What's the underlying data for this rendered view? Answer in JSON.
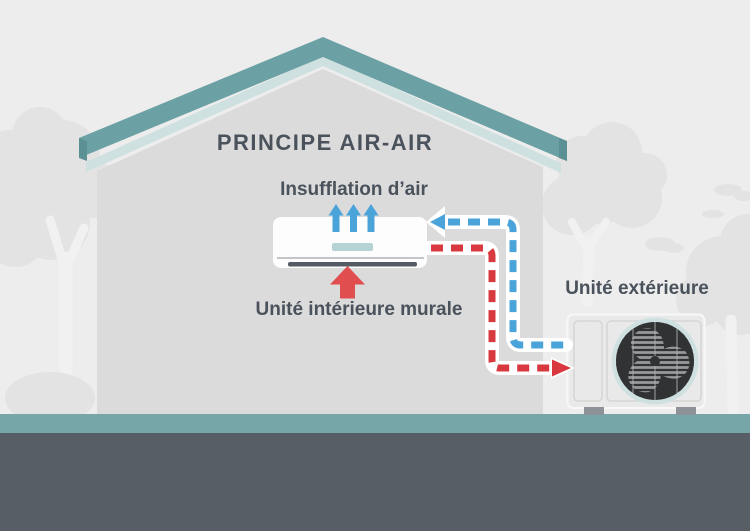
{
  "title": "PRINCIPE AIR-AIR",
  "labels": {
    "insufflation": "Insufflation d’air",
    "indoor_unit": "Unité intérieure murale",
    "outdoor_unit": "Unité extérieure"
  },
  "icons": {
    "insufflation_arrows": "triple-up-arrow-blue",
    "intake_arrow": "up-arrow-red",
    "blue_pipe": "dashed-arrow-pointing-left-to-indoor-unit",
    "red_pipe": "dashed-arrow-pointing-right-to-outdoor-unit",
    "outdoor_fan": "fan-grille"
  },
  "colors": {
    "bg": "#ededed",
    "tree": "#e3e3e3",
    "trunk": "#f1f1f1",
    "wall": "#dbdbdb",
    "roof": "#6ba1a4",
    "roof-dark": "#5b9194",
    "roof-under": "#cfe0e0",
    "ground-top": "#77a6a8",
    "ground-bottom": "#575e66",
    "text": "#4a525c",
    "blue": "#4aa3d9",
    "red": "#d8393e",
    "red-arrow": "#e14e4f",
    "unit-box": "#e9e9e9",
    "panel-line": "#d5d5d5",
    "fan-ring": "#cfe0e0",
    "fan-dark": "#303234",
    "fan-blade": "#97999b",
    "indoor-strip": "#b5d2d4",
    "indoor-bar": "#545b62",
    "thin-line": "#c2c6c9",
    "feet": "#8d9298"
  }
}
